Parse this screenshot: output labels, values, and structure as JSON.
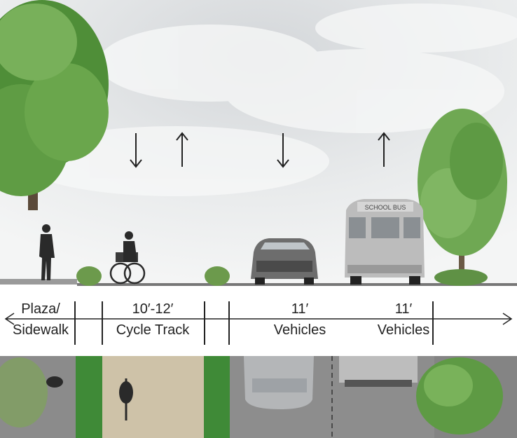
{
  "sections": [
    {
      "id": "plaza",
      "line1": "Plaza/",
      "line2": "Sidewalk"
    },
    {
      "id": "cycle",
      "line1": "10′-12′",
      "line2": "Cycle Track"
    },
    {
      "id": "veh1",
      "line1": "11′",
      "line2": "Vehicles"
    },
    {
      "id": "veh2",
      "line1": "11′",
      "line2": "Vehicles"
    }
  ],
  "bus_sign": "SCHOOL BUS",
  "colors": {
    "sky": "#e6e8ea",
    "ground": "#8c8c8c",
    "grass": "#3e8a36",
    "cycle_track": "#cfc3a8",
    "road": "#8d8d8d",
    "tree": "#5a9a3e",
    "ink": "#222222"
  },
  "icons": [
    "arrow-down-icon",
    "arrow-up-icon",
    "arrow-left-icon",
    "arrow-right-icon",
    "pedestrian-icon",
    "cyclist-icon",
    "car-icon",
    "school-bus-icon",
    "tree-icon",
    "shrub-icon"
  ]
}
